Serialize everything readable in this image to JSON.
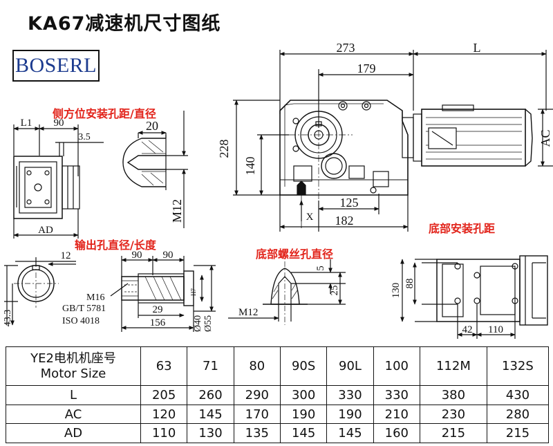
{
  "title": "KA67减速机尺寸图纸",
  "logo": {
    "text": "BOSERL",
    "color": "#1c3b8f"
  },
  "annotations": {
    "side_mount": "侧方位安装孔距/直径",
    "output_shaft": "输出孔直径/长度",
    "base_thread": "底部螺丝孔直径",
    "base_mount": "底部安装孔距"
  },
  "dimensions": {
    "d273": "273",
    "dL": "L",
    "d179": "179",
    "d228": "228",
    "d140": "140",
    "dAC": "AC",
    "d125": "125",
    "d182": "182",
    "dX": "X",
    "dL1": "L1",
    "d90a": "90",
    "d3_5": "3.5",
    "d20": "20",
    "dM12a": "M12",
    "dAD": "AD",
    "d12": "12",
    "d90b": "90",
    "d90c": "90",
    "d43_3": "43.3",
    "m16": "M16",
    "gbt": "GB/T 5781",
    "iso": "ISO 4018",
    "d29": "29",
    "d156": "156",
    "d40": "Ø40",
    "h7": "H7",
    "d55": "Ø55",
    "d5": "5",
    "d25": "25",
    "dM12b": "M12",
    "d130": "130",
    "d88": "88",
    "d42": "42",
    "d110": "110"
  },
  "table": {
    "header_line1": "YE2电机机座号",
    "header_line2": "Motor Size",
    "sizes": [
      "63",
      "71",
      "80",
      "90S",
      "90L",
      "100",
      "112M",
      "132S"
    ],
    "rows": [
      {
        "label": "L",
        "values": [
          "205",
          "260",
          "290",
          "300",
          "330",
          "330",
          "380",
          "430"
        ]
      },
      {
        "label": "AC",
        "values": [
          "120",
          "145",
          "170",
          "190",
          "190",
          "210",
          "230",
          "280"
        ]
      },
      {
        "label": "AD",
        "values": [
          "110",
          "130",
          "135",
          "145",
          "145",
          "160",
          "215",
          "215"
        ]
      }
    ]
  },
  "colors": {
    "annotation": "#e2231a",
    "line": "#111111"
  }
}
